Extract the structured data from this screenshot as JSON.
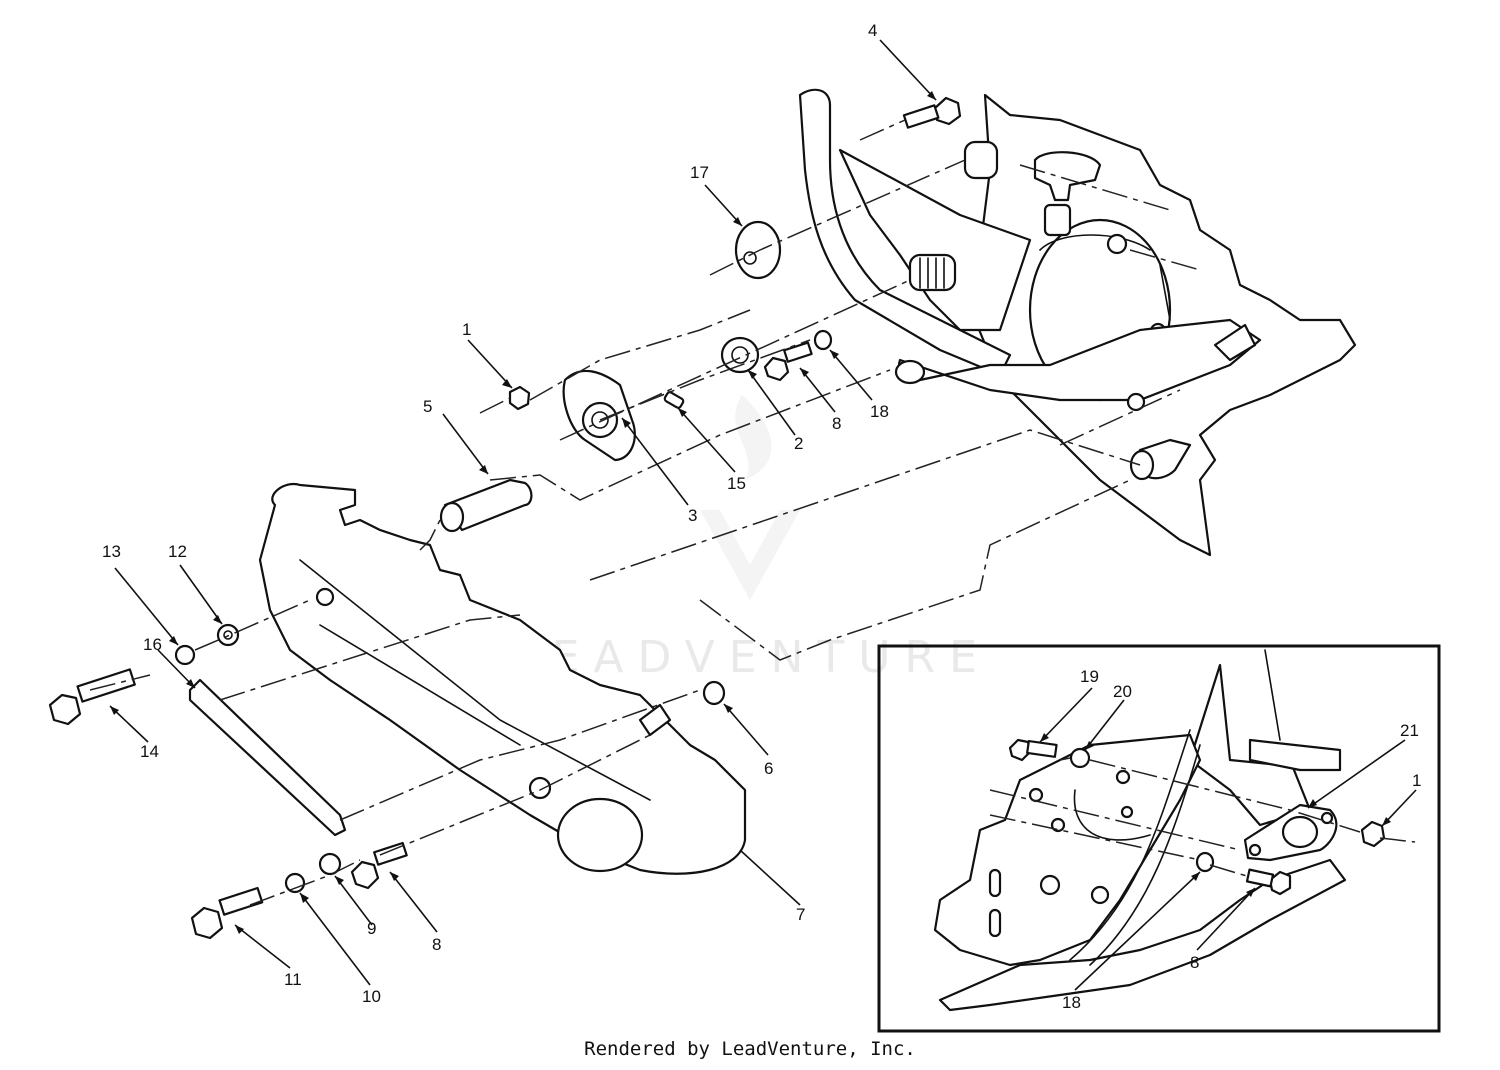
{
  "watermark": {
    "text": "LEADVENTURE"
  },
  "callouts": {
    "c1": "1",
    "c2": "2",
    "c3": "3",
    "c4": "4",
    "c5": "5",
    "c6": "6",
    "c7": "7",
    "c8a": "8",
    "c8b": "8",
    "c9": "9",
    "c10": "10",
    "c11": "11",
    "c12": "12",
    "c13": "13",
    "c14": "14",
    "c15": "15",
    "c16": "16",
    "c17": "17",
    "c18": "18",
    "c8c": "8",
    "c18b": "18",
    "c19": "19",
    "c20": "20",
    "c21": "21",
    "c1b": "1"
  },
  "footer": {
    "text": "Rendered by LeadVenture, Inc."
  }
}
